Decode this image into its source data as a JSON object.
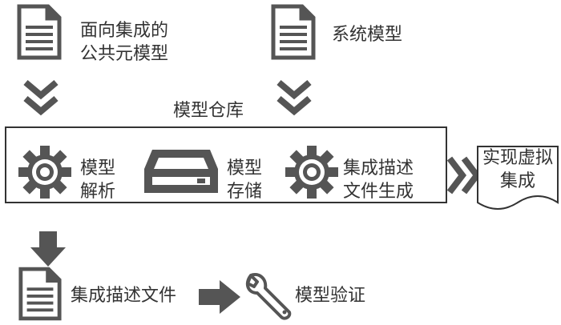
{
  "inputs": {
    "common_model": {
      "line1": "面向集成的",
      "line2": "公共元模型",
      "icon": "document-icon"
    },
    "system_model": {
      "label": "系统模型",
      "icon": "document-icon"
    }
  },
  "warehouse": {
    "title": "模型仓库",
    "modules": [
      {
        "line1": "模型",
        "line2": "解析",
        "icon": "gear-icon"
      },
      {
        "line1": "模型",
        "line2": "存储",
        "icon": "server-drive-icon"
      },
      {
        "line1": "集成描述",
        "line2": "文件生成",
        "icon": "gear-icon"
      }
    ]
  },
  "output": {
    "line1": "实现虚拟",
    "line2": "集成",
    "icon": "tape-document-icon"
  },
  "bottom": {
    "file_label": "集成描述文件",
    "file_icon": "document-icon",
    "verify_label": "模型验证",
    "verify_icon": "wrench-icon"
  },
  "colors": {
    "icon_gray": "#555555",
    "line": "#333333"
  }
}
